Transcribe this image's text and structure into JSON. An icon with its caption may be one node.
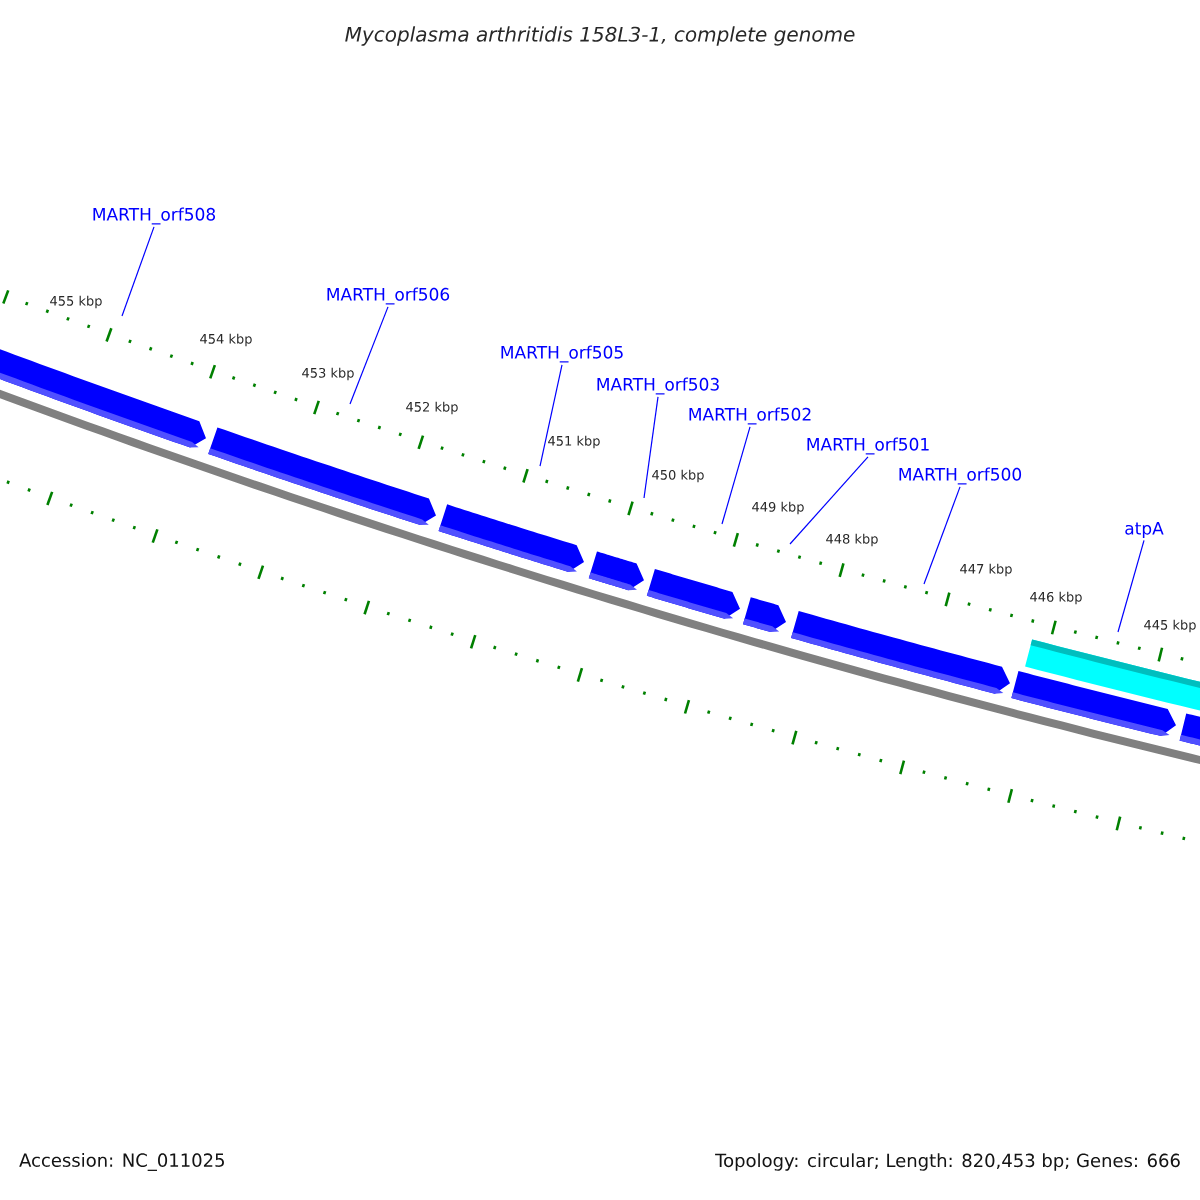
{
  "diagram": {
    "title": "Mycoplasma arthritidis 158L3-1, complete genome",
    "nodes": [
      {
        "text": [
          "MARTH_orf508"
        ]
      },
      {
        "text": [
          "MARTH_orf506"
        ]
      },
      {
        "text": [
          "MARTH_orf505"
        ]
      },
      {
        "text": [
          "MARTH_orf503"
        ]
      },
      {
        "text": [
          "MARTH_orf502"
        ]
      },
      {
        "text": [
          "MARTH_orf501"
        ]
      },
      {
        "text": [
          "MARTH_orf500"
        ]
      },
      {
        "text": [
          "atpA"
        ]
      }
    ],
    "edges": [
      {
        "from": 0,
        "to": null,
        "arrow": "none"
      },
      {
        "from": 1,
        "to": null,
        "arrow": "none"
      },
      {
        "from": 2,
        "to": null,
        "arrow": "none"
      },
      {
        "from": 3,
        "to": null,
        "arrow": "none"
      },
      {
        "from": 4,
        "to": null,
        "arrow": "none"
      },
      {
        "from": 5,
        "to": null,
        "arrow": "none"
      },
      {
        "from": 6,
        "to": null,
        "arrow": "none"
      },
      {
        "from": 7,
        "to": null,
        "arrow": "none"
      }
    ],
    "labels": [
      "455 kbp",
      "454 kbp",
      "453 kbp",
      "452 kbp",
      "451 kbp",
      "450 kbp",
      "449 kbp",
      "448 kbp",
      "447 kbp",
      "446 kbp",
      "445 kbp",
      "Accession: NC_011025",
      "Topology: circular; Length: 820,453 bp; Genes: 666"
    ]
  }
}
